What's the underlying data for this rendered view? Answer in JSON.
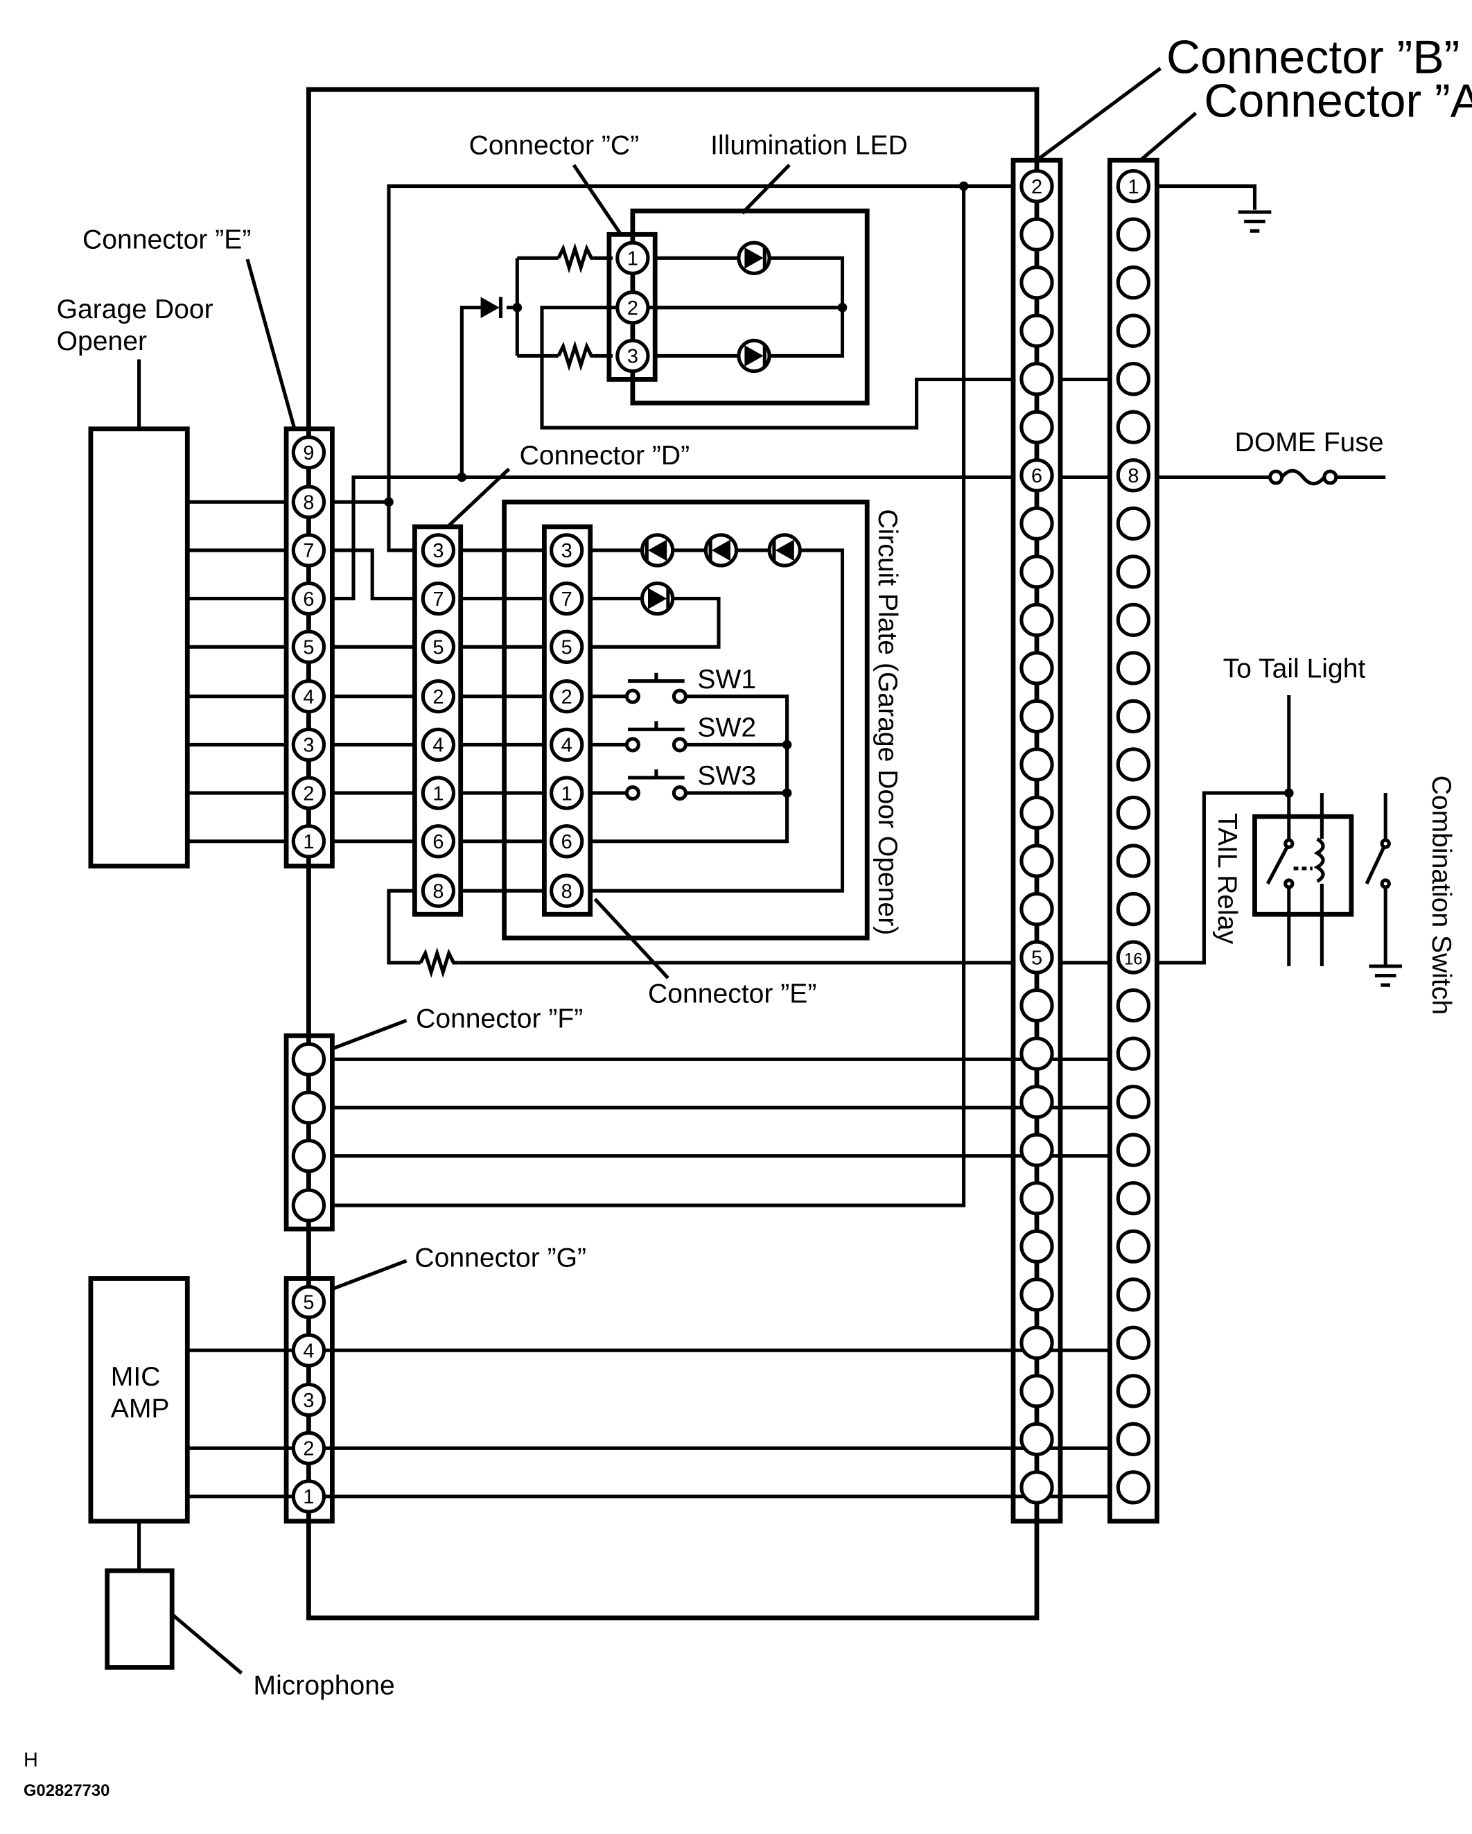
{
  "labels": {
    "connector_a": "Connector ”A”",
    "connector_b": "Connector ”B”",
    "connector_c": "Connector ”C”",
    "connector_d": "Connector ”D”",
    "connector_e_left": "Connector ”E”",
    "connector_e_plate": "Connector ”E”",
    "connector_f": "Connector ”F”",
    "connector_g": "Connector ”G”",
    "illumination_led": "Illumination LED",
    "garage_door_opener_1": "Garage Door",
    "garage_door_opener_2": "Opener",
    "dome_fuse": "DOME Fuse",
    "to_tail_light": "To Tail Light",
    "tail_relay": "TAIL Relay",
    "combination_switch": "Combination Switch",
    "circuit_plate": "Circuit Plate (Garage Door Opener)",
    "sw1": "SW1",
    "sw2": "SW2",
    "sw3": "SW3",
    "mic_amp_1": "MIC",
    "mic_amp_2": "AMP",
    "microphone": "Microphone",
    "footer_letter": "H",
    "footer_code": "G02827730"
  },
  "pins": {
    "connector_e_left": [
      "9",
      "8",
      "7",
      "6",
      "5",
      "4",
      "3",
      "2",
      "1"
    ],
    "connector_d": [
      "3",
      "7",
      "5",
      "2",
      "4",
      "1",
      "6",
      "8"
    ],
    "connector_e_plate": [
      "3",
      "7",
      "5",
      "2",
      "4",
      "1",
      "6",
      "8"
    ],
    "connector_c": [
      "1",
      "2",
      "3"
    ],
    "connector_g": [
      "5",
      "4",
      "3",
      "2",
      "1"
    ],
    "connector_b_marked": [
      "2",
      "6",
      "5"
    ],
    "connector_a_marked": [
      "1",
      "8",
      "16"
    ]
  }
}
